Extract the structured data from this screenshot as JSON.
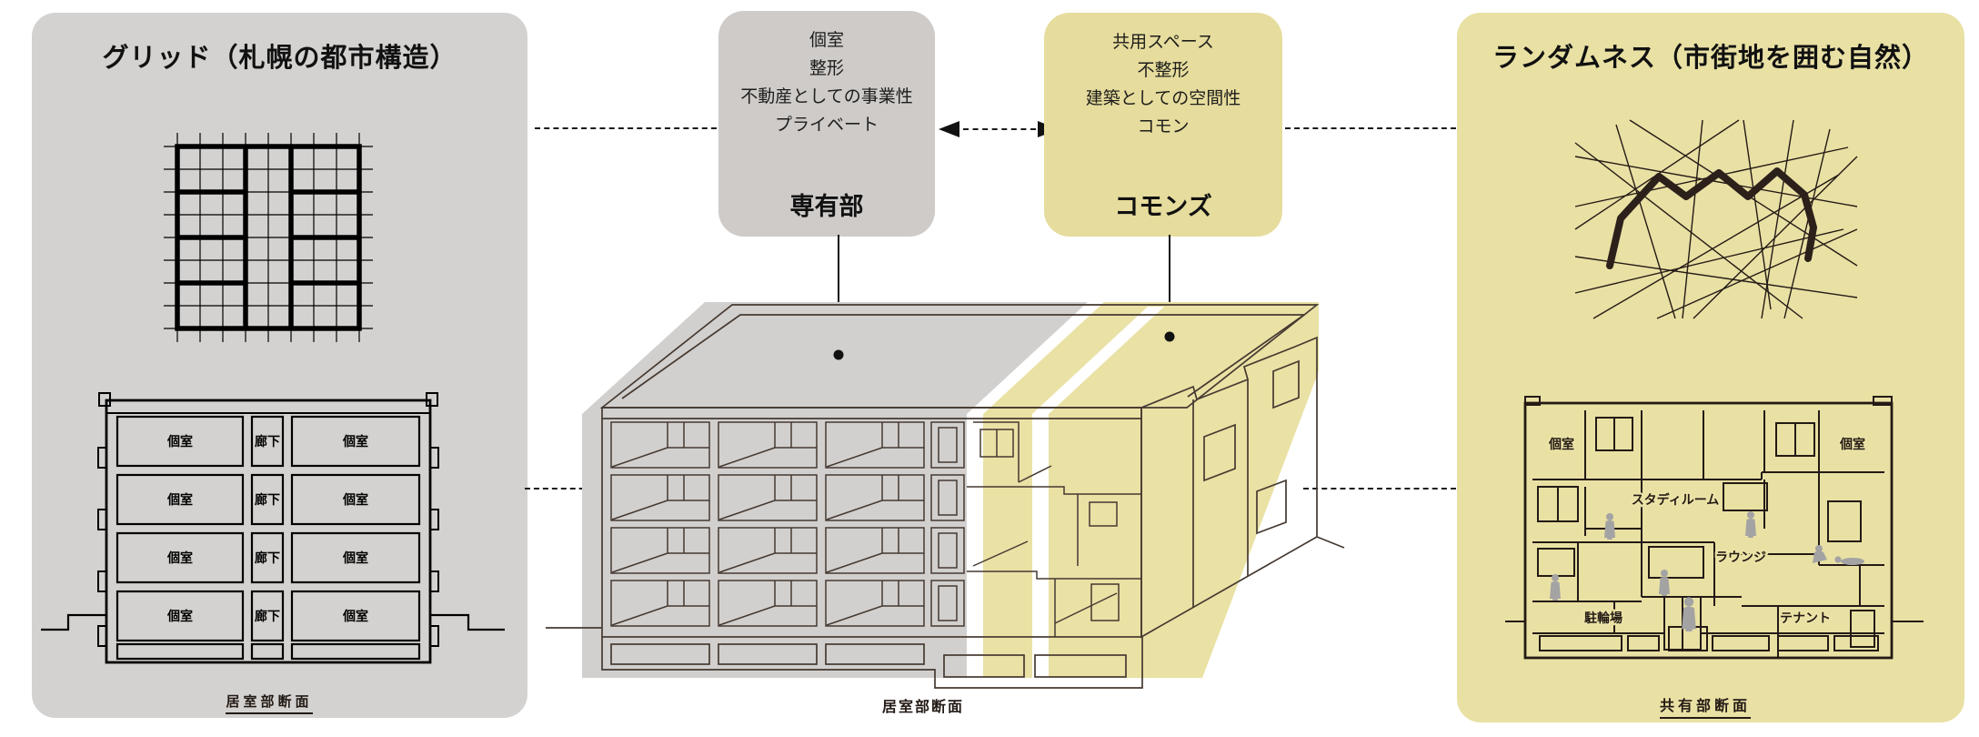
{
  "colors": {
    "panel_gray": "#d4d2d0",
    "box_gray": "#cecbc9",
    "panel_yellow": "#e9e0a4",
    "box_yellow": "#e6dc9d",
    "overlay_gray": "#d2d0ce",
    "overlay_yellow": "#eae1a5",
    "ink": "#231a15",
    "silhouette": "#a3a3a3"
  },
  "left_panel": {
    "title": "グリッド（札幌の都市構造）",
    "section": {
      "caption": "居室部断面",
      "floors": [
        {
          "left": "個室",
          "center": "廊下",
          "right": "個室"
        },
        {
          "left": "個室",
          "center": "廊下",
          "right": "個室"
        },
        {
          "left": "個室",
          "center": "廊下",
          "right": "個室"
        },
        {
          "left": "個室",
          "center": "廊下",
          "right": "個室"
        }
      ]
    }
  },
  "center": {
    "private_box": {
      "features": [
        "個室",
        "整形",
        "不動産としての事業性",
        "プライベート"
      ],
      "title": "専有部"
    },
    "commons_box": {
      "features": [
        "共用スペース",
        "不整形",
        "建築としての空間性",
        "コモン"
      ],
      "title": "コモンズ"
    },
    "caption": "居室部断面"
  },
  "right_panel": {
    "title": "ランダムネス（市街地を囲む自然）",
    "section": {
      "caption": "共有部断面",
      "rooms": {
        "private_left": "個室",
        "private_right": "個室",
        "study": "スタディルーム",
        "lounge": "ラウンジ",
        "bicycle": "駐輪場",
        "tenant": "テナント"
      }
    }
  }
}
